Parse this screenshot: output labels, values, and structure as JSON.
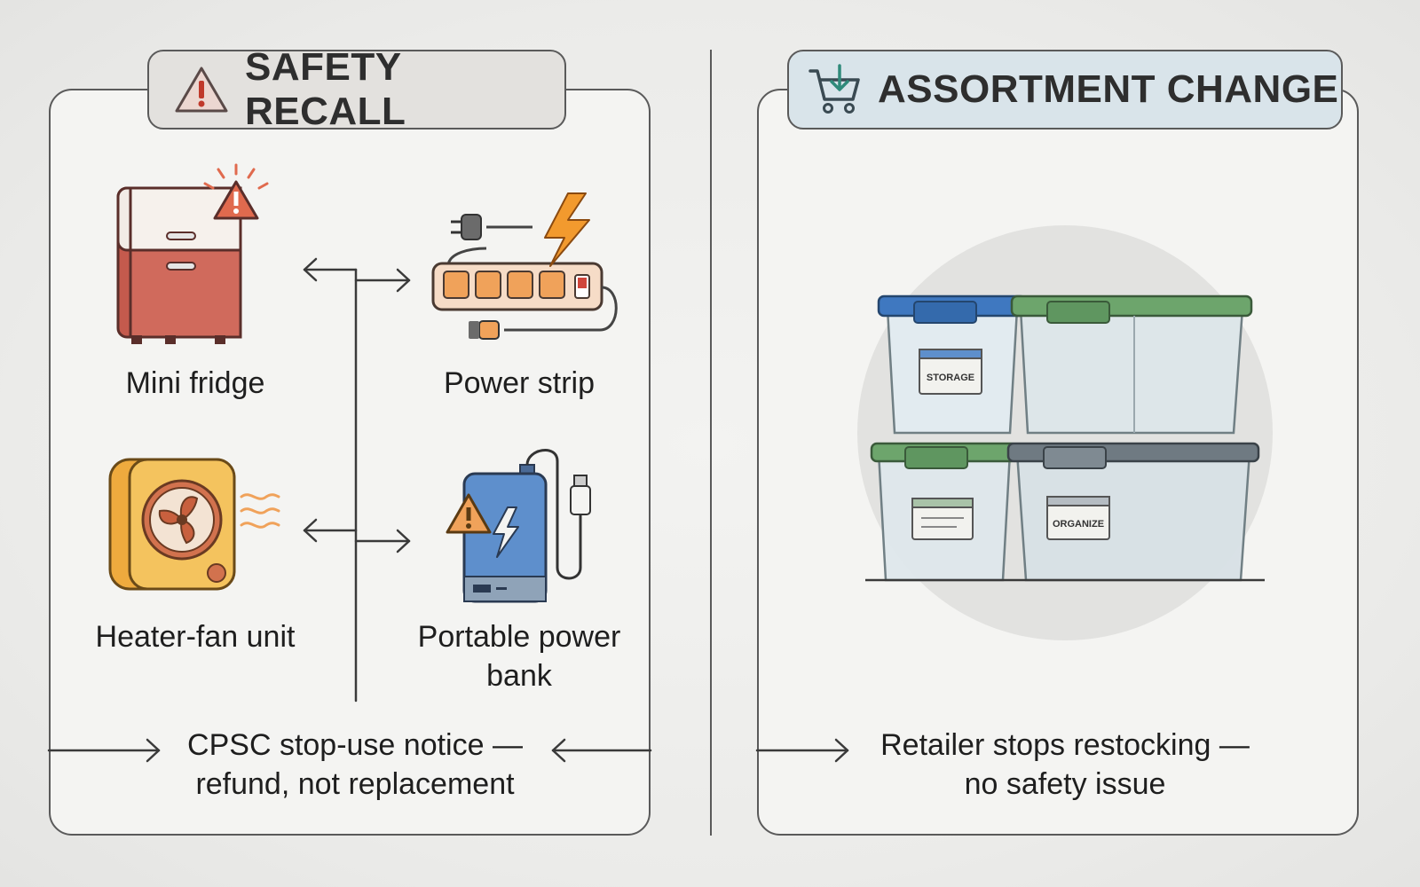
{
  "recall": {
    "title": "SAFETY RECALL",
    "items": [
      {
        "label": "Mini fridge"
      },
      {
        "label": "Power strip"
      },
      {
        "label": "Heater-fan unit"
      },
      {
        "label": "Portable power bank"
      }
    ],
    "footer_line1": "CPSC stop-use notice —",
    "footer_line2": "refund, not replacement"
  },
  "assortment": {
    "title": "ASSORTMENT CHANGE",
    "bin_label_top": "STORAGE",
    "bin_label_bottom": "ORGANIZE",
    "footer_line1": "Retailer stops restocking —",
    "footer_line2": "no safety issue"
  },
  "colors": {
    "recall_header_bg": "#e3e1de",
    "assort_header_bg": "#d9e4ea",
    "fridge_red": "#d06a5c",
    "warning_orange": "#f0a25a",
    "lightning": "#f29a2e",
    "bank_blue": "#5e8fcc",
    "heater_yellow": "#f2bd56",
    "lid_blue": "#3f78c0",
    "lid_green": "#6da56c",
    "lid_gray": "#6f7a82"
  }
}
